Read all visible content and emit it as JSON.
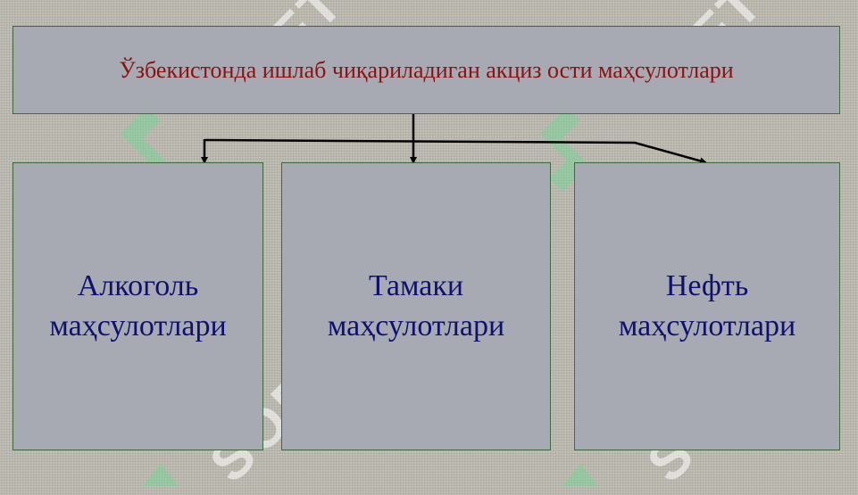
{
  "header": {
    "title": "Ўзбекистонда ишлаб чиқариладиган акциз ости маҳсулотлари"
  },
  "categories": [
    {
      "line1": "Алкоголь",
      "line2": "маҳсулотлари"
    },
    {
      "line1": "Тамаки",
      "line2": "маҳсулотлари"
    },
    {
      "line1": "Нефть",
      "line2": "маҳсулотлари"
    }
  ],
  "watermark": {
    "text": "SOFT",
    "color": "#ffffff",
    "logo_color": "#7fd09a"
  },
  "colors": {
    "title_text": "#8a1212",
    "box_text": "#101070",
    "box_fill": "#a7aab3",
    "box_border": "#3e6a3e"
  }
}
